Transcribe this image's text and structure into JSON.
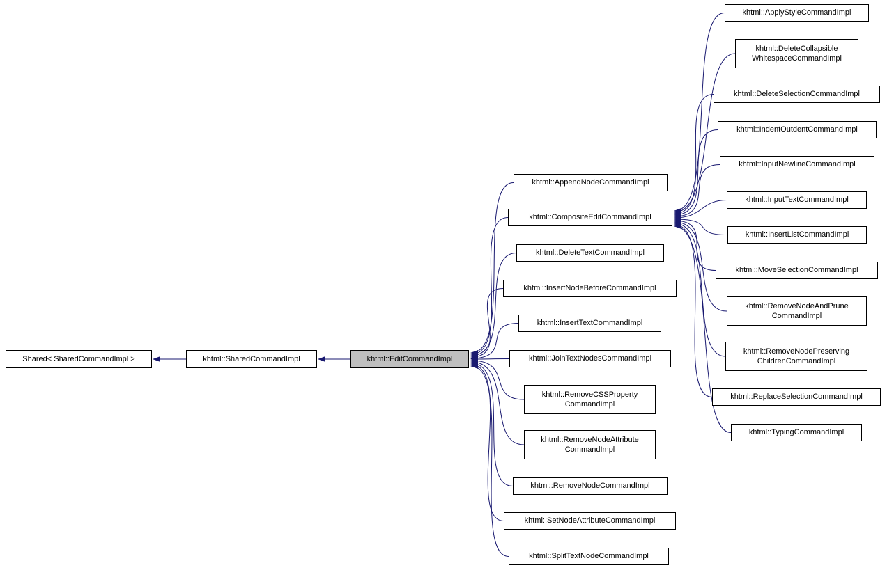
{
  "diagram": {
    "type": "class-inheritance-graph",
    "colors": {
      "edge": "#191970",
      "node_border": "#000000",
      "node_fill": "#ffffff",
      "highlight_fill": "#bfbfbf",
      "text": "#000000"
    },
    "chain": [
      {
        "label": "Shared< SharedCommandImpl >"
      },
      {
        "label": "khtml::SharedCommandImpl"
      },
      {
        "label": "khtml::EditCommandImpl"
      }
    ],
    "edit_children": [
      {
        "label": "khtml::AppendNodeCommandImpl"
      },
      {
        "label": "khtml::CompositeEditCommandImpl"
      },
      {
        "label": "khtml::DeleteTextCommandImpl"
      },
      {
        "label": "khtml::InsertNodeBeforeCommandImpl"
      },
      {
        "label": "khtml::InsertTextCommandImpl"
      },
      {
        "label": "khtml::JoinTextNodesCommandImpl"
      },
      {
        "label": "khtml::RemoveCSSProperty\nCommandImpl"
      },
      {
        "label": "khtml::RemoveNodeAttribute\nCommandImpl"
      },
      {
        "label": "khtml::RemoveNodeCommandImpl"
      },
      {
        "label": "khtml::SetNodeAttributeCommandImpl"
      },
      {
        "label": "khtml::SplitTextNodeCommandImpl"
      }
    ],
    "composite_children": [
      {
        "label": "khtml::ApplyStyleCommandImpl"
      },
      {
        "label": "khtml::DeleteCollapsible\nWhitespaceCommandImpl"
      },
      {
        "label": "khtml::DeleteSelectionCommandImpl"
      },
      {
        "label": "khtml::IndentOutdentCommandImpl"
      },
      {
        "label": "khtml::InputNewlineCommandImpl"
      },
      {
        "label": "khtml::InputTextCommandImpl"
      },
      {
        "label": "khtml::InsertListCommandImpl"
      },
      {
        "label": "khtml::MoveSelectionCommandImpl"
      },
      {
        "label": "khtml::RemoveNodeAndPrune\nCommandImpl"
      },
      {
        "label": "khtml::RemoveNodePreserving\nChildrenCommandImpl"
      },
      {
        "label": "khtml::ReplaceSelectionCommandImpl"
      },
      {
        "label": "khtml::TypingCommandImpl"
      }
    ]
  }
}
